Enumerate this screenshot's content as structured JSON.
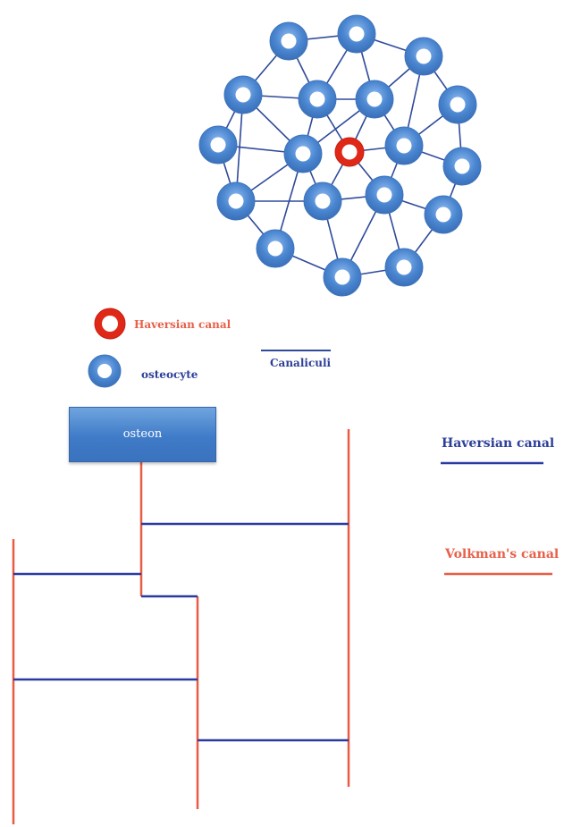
{
  "network": {
    "legend": {
      "haversian_label": "Haversian canal",
      "osteocyte_label": "osteocyte",
      "canaliculi_label": "Canaliculi"
    }
  },
  "osteon_diagram": {
    "box_label": "osteon",
    "legend": {
      "haversian_label": "Haversian canal",
      "volkmann_label": "Volkman's canal"
    }
  },
  "colors": {
    "osteocyte": "#4a86d0",
    "haversian_ring": "#e02818",
    "canaliculi_line": "#2e4a9a",
    "volkmann_line": "#e85c44",
    "haversian_line": "#2a3aa0"
  }
}
